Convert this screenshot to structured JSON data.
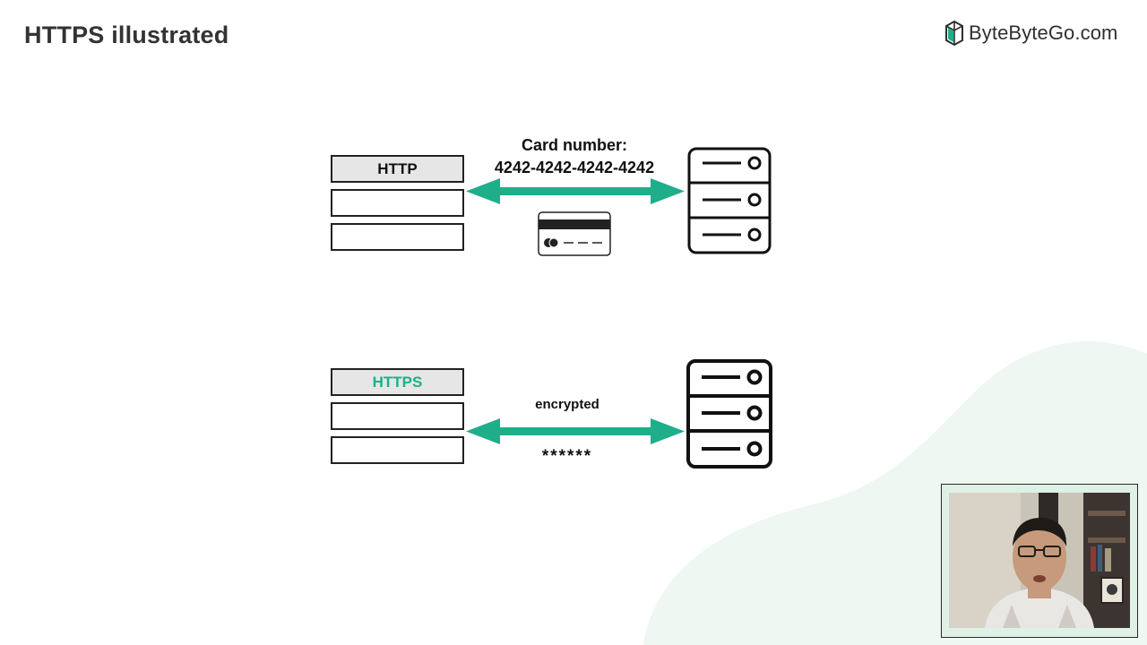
{
  "page": {
    "title": "HTTPS illustrated"
  },
  "brand": {
    "logo_text": "ByteByteGo.com",
    "accent_color": "#1fae8a",
    "blob_color": "#eef7f1"
  },
  "http_row": {
    "stack_label": "HTTP",
    "message_line1": "Card number:",
    "message_line2": "4242-4242-4242-4242",
    "payload_icon": "credit-card-icon",
    "server_icon": "server-icon"
  },
  "https_row": {
    "stack_label": "HTTPS",
    "message_top": "encrypted",
    "message_bottom": "******",
    "server_icon": "server-icon"
  },
  "presenter": {
    "video_icon": "presenter-video"
  }
}
